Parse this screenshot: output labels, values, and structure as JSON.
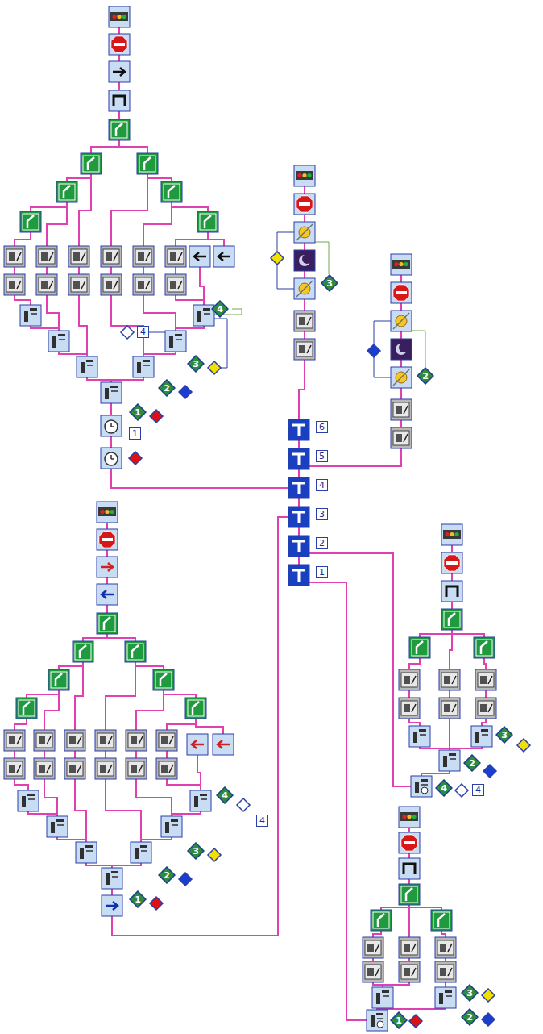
{
  "diagram": {
    "nodes": [
      {
        "text": [
          "4"
        ]
      },
      {
        "text": [
          "4"
        ]
      },
      {
        "text": [
          "3"
        ]
      },
      {
        "text": [
          "2"
        ]
      },
      {
        "text": [
          "1"
        ]
      },
      {
        "text": [
          "1"
        ]
      },
      {
        "text": [
          "3"
        ]
      },
      {
        "text": [
          "2"
        ]
      },
      {
        "text": [
          "6"
        ]
      },
      {
        "text": [
          "5"
        ]
      },
      {
        "text": [
          "4"
        ]
      },
      {
        "text": [
          "3"
        ]
      },
      {
        "text": [
          "2"
        ]
      },
      {
        "text": [
          "1"
        ]
      },
      {
        "text": [
          "3"
        ]
      },
      {
        "text": [
          "2"
        ]
      },
      {
        "text": [
          "4"
        ]
      },
      {
        "text": [
          "4"
        ]
      },
      {
        "text": [
          "4"
        ]
      },
      {
        "text": [
          "4"
        ]
      },
      {
        "text": [
          "3"
        ]
      },
      {
        "text": [
          "2"
        ]
      },
      {
        "text": [
          "1"
        ]
      },
      {
        "text": [
          "3"
        ]
      },
      {
        "text": [
          "2"
        ]
      },
      {
        "text": [
          "1"
        ]
      }
    ]
  }
}
